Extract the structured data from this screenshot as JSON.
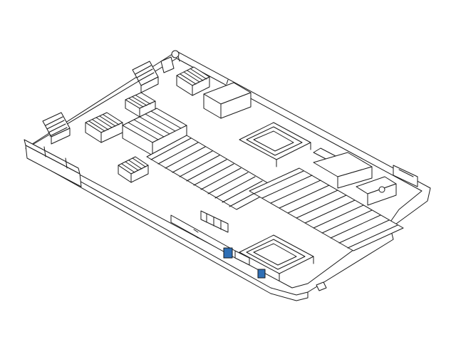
{
  "figure": {
    "kind": "isometric-line-drawing",
    "subject": "server-blade-motherboard",
    "colors": {
      "stroke": "#1a1a1a",
      "fill": "#ffffff",
      "accent_blue": "#2f6fb5"
    },
    "components": {
      "processor_sockets": 2,
      "dimm_banks": 2,
      "heatsinks": 4,
      "rear_connectors": 3,
      "front_connectors": 2,
      "blue_touch_points": 2
    }
  }
}
